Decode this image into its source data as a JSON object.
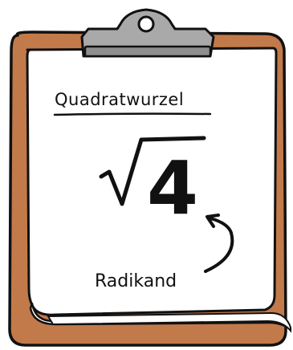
{
  "worksheet": {
    "heading": "Quadratwurzel",
    "radicand": "4",
    "annotation_label": "Radikand"
  },
  "colors": {
    "board": "#c27a4a",
    "board_outline": "#111111",
    "paper": "#ffffff",
    "clip": "#a9a9a9",
    "ink": "#111111"
  },
  "icons": {
    "clip": "clipboard-clip-icon",
    "radical": "square-root-sign-icon",
    "arrow": "curved-arrow-icon"
  }
}
